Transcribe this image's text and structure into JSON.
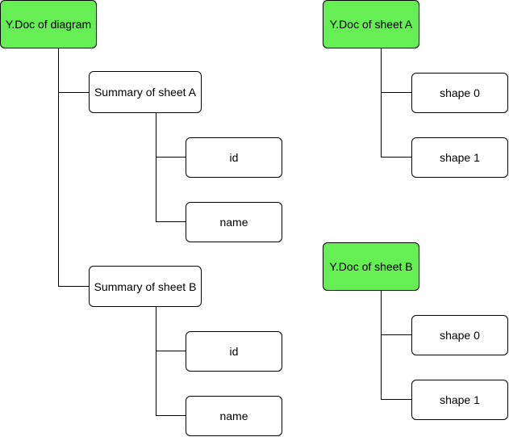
{
  "colors": {
    "root_fill": "#66ee55",
    "node_fill": "#ffffff",
    "stroke": "#000000"
  },
  "diagram": {
    "doc_root": {
      "label": "Y.Doc of diagram",
      "summaries": [
        {
          "label": "Summary of sheet A",
          "fields": [
            "id",
            "name"
          ]
        },
        {
          "label": "Summary of sheet B",
          "fields": [
            "id",
            "name"
          ]
        }
      ]
    },
    "sheet_docs": [
      {
        "label": "Y.Doc of sheet A",
        "shapes": [
          "shape 0",
          "shape 1"
        ]
      },
      {
        "label": "Y.Doc of sheet B",
        "shapes": [
          "shape 0",
          "shape 1"
        ]
      }
    ]
  }
}
